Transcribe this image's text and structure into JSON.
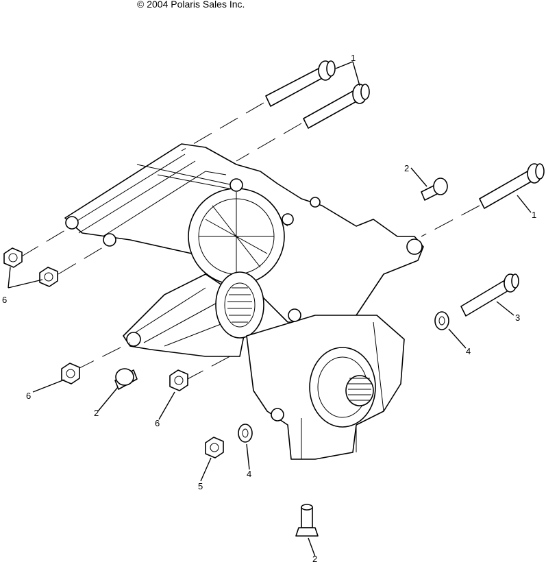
{
  "copyright": "© 2004 Polaris Sales Inc.",
  "callouts": {
    "c1_top": "1",
    "c1_right": "1",
    "c2_top": "2",
    "c2_left": "2",
    "c2_bottom": "2",
    "c3": "3",
    "c4_right": "4",
    "c4_bottom": "4",
    "c5": "5",
    "c6_left": "6",
    "c6_lower": "6",
    "c6_mid": "6"
  }
}
